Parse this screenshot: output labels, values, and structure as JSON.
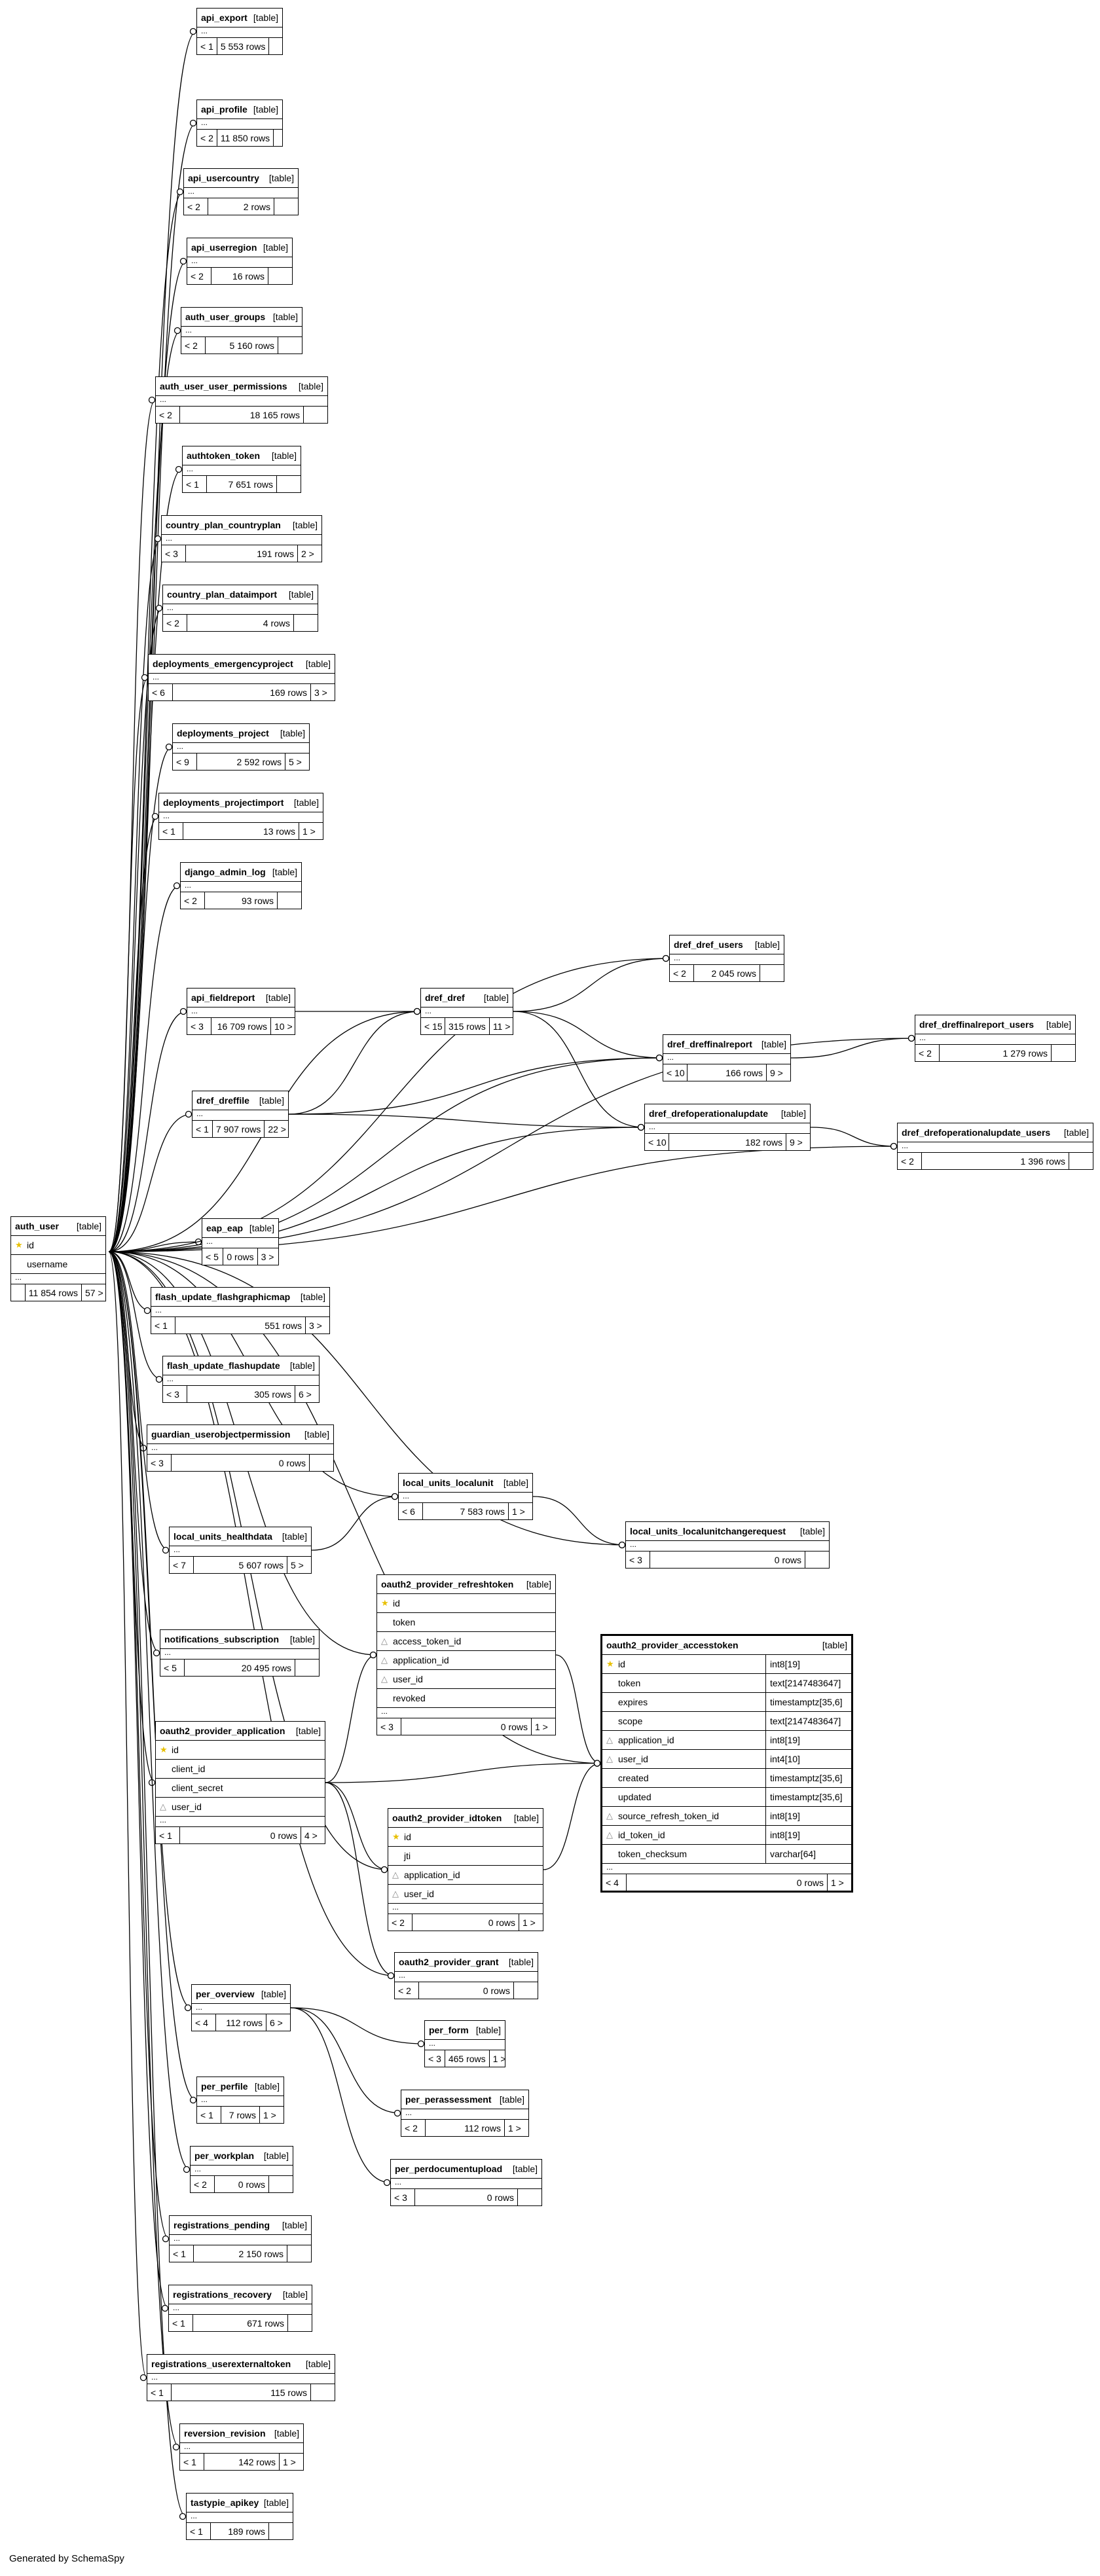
{
  "footer": "Generated by SchemaSpy",
  "tables": [
    {
      "name": "api_export",
      "kind": "[table]",
      "before": "< 1",
      "rows": "5 553 rows"
    },
    {
      "name": "api_profile",
      "kind": "[table]",
      "before": "< 2",
      "rows": "11 850 rows"
    },
    {
      "name": "api_usercountry",
      "kind": "[table]",
      "before": "< 2",
      "rows": "2 rows"
    },
    {
      "name": "api_userregion",
      "kind": "[table]",
      "before": "< 2",
      "rows": "16 rows"
    },
    {
      "name": "auth_user_groups",
      "kind": "[table]",
      "before": "< 2",
      "rows": "5 160 rows"
    },
    {
      "name": "auth_user_user_permissions",
      "kind": "[table]",
      "before": "< 2",
      "rows": "18 165 rows"
    },
    {
      "name": "authtoken_token",
      "kind": "[table]",
      "before": "< 1",
      "rows": "7 651 rows"
    },
    {
      "name": "country_plan_countryplan",
      "kind": "[table]",
      "before": "< 3",
      "rows": "191 rows",
      "after": "2 >"
    },
    {
      "name": "country_plan_dataimport",
      "kind": "[table]",
      "before": "< 2",
      "rows": "4 rows"
    },
    {
      "name": "deployments_emergencyproject",
      "kind": "[table]",
      "before": "< 6",
      "rows": "169 rows",
      "after": "3 >"
    },
    {
      "name": "deployments_project",
      "kind": "[table]",
      "before": "< 9",
      "rows": "2 592 rows",
      "after": "5 >"
    },
    {
      "name": "deployments_projectimport",
      "kind": "[table]",
      "before": "< 1",
      "rows": "13 rows",
      "after": "1 >"
    },
    {
      "name": "django_admin_log",
      "kind": "[table]",
      "before": "< 2",
      "rows": "93 rows"
    },
    {
      "name": "api_fieldreport",
      "kind": "[table]",
      "before": "< 3",
      "rows": "16 709 rows",
      "after": "10 >"
    },
    {
      "name": "dref_dreffile",
      "kind": "[table]",
      "before": "< 1",
      "rows": "7 907 rows",
      "after": "22 >"
    },
    {
      "name": "dref_dref",
      "kind": "[table]",
      "before": "< 15",
      "rows": "315 rows",
      "after": "11 >"
    },
    {
      "name": "dref_dref_users",
      "kind": "[table]",
      "before": "< 2",
      "rows": "2 045 rows"
    },
    {
      "name": "dref_dreffinalreport",
      "kind": "[table]",
      "before": "< 10",
      "rows": "166 rows",
      "after": "9 >"
    },
    {
      "name": "dref_dreffinalreport_users",
      "kind": "[table]",
      "before": "< 2",
      "rows": "1 279 rows"
    },
    {
      "name": "dref_drefoperationalupdate",
      "kind": "[table]",
      "before": "< 10",
      "rows": "182 rows",
      "after": "9 >"
    },
    {
      "name": "dref_drefoperationalupdate_users",
      "kind": "[table]",
      "before": "< 2",
      "rows": "1 396 rows"
    },
    {
      "name": "auth_user",
      "kind": "[table]",
      "before": "",
      "rows": "11 854 rows",
      "after": "57 >",
      "columns": [
        {
          "name": "id",
          "key": "pk"
        },
        {
          "name": "username"
        }
      ]
    },
    {
      "name": "eap_eap",
      "kind": "[table]",
      "before": "< 5",
      "rows": "0 rows",
      "after": "3 >"
    },
    {
      "name": "flash_update_flashgraphicmap",
      "kind": "[table]",
      "before": "< 1",
      "rows": "551 rows",
      "after": "3 >"
    },
    {
      "name": "flash_update_flashupdate",
      "kind": "[table]",
      "before": "< 3",
      "rows": "305 rows",
      "after": "6 >"
    },
    {
      "name": "guardian_userobjectpermission",
      "kind": "[table]",
      "before": "< 3",
      "rows": "0 rows"
    },
    {
      "name": "local_units_localunit",
      "kind": "[table]",
      "before": "< 6",
      "rows": "7 583 rows",
      "after": "1 >"
    },
    {
      "name": "local_units_healthdata",
      "kind": "[table]",
      "before": "< 7",
      "rows": "5 607 rows",
      "after": "5 >"
    },
    {
      "name": "local_units_localunitchangerequest",
      "kind": "[table]",
      "before": "< 3",
      "rows": "0 rows"
    },
    {
      "name": "oauth2_provider_refreshtoken",
      "kind": "[table]",
      "before": "< 3",
      "rows": "0 rows",
      "after": "1 >",
      "columns": [
        {
          "name": "id",
          "key": "pk"
        },
        {
          "name": "token"
        },
        {
          "name": "access_token_id",
          "key": "fk"
        },
        {
          "name": "application_id",
          "key": "fk"
        },
        {
          "name": "user_id",
          "key": "fk"
        },
        {
          "name": "revoked"
        }
      ]
    },
    {
      "name": "notifications_subscription",
      "kind": "[table]",
      "before": "< 5",
      "rows": "20 495 rows"
    },
    {
      "name": "oauth2_provider_accesstoken",
      "kind": "[table]",
      "before": "< 4",
      "rows": "0 rows",
      "after": "1 >",
      "columns": [
        {
          "name": "id",
          "key": "pk",
          "type": "int8[19]"
        },
        {
          "name": "token",
          "type": "text[2147483647]"
        },
        {
          "name": "expires",
          "type": "timestamptz[35,6]"
        },
        {
          "name": "scope",
          "type": "text[2147483647]"
        },
        {
          "name": "application_id",
          "key": "fk",
          "type": "int8[19]"
        },
        {
          "name": "user_id",
          "key": "fk",
          "type": "int4[10]"
        },
        {
          "name": "created",
          "type": "timestamptz[35,6]"
        },
        {
          "name": "updated",
          "type": "timestamptz[35,6]"
        },
        {
          "name": "source_refresh_token_id",
          "key": "fk",
          "type": "int8[19]"
        },
        {
          "name": "id_token_id",
          "key": "fk",
          "type": "int8[19]"
        },
        {
          "name": "token_checksum",
          "type": "varchar[64]"
        }
      ]
    },
    {
      "name": "oauth2_provider_application",
      "kind": "[table]",
      "before": "< 1",
      "rows": "0 rows",
      "after": "4 >",
      "columns": [
        {
          "name": "id",
          "key": "pk"
        },
        {
          "name": "client_id"
        },
        {
          "name": "client_secret"
        },
        {
          "name": "user_id",
          "key": "fk"
        }
      ]
    },
    {
      "name": "oauth2_provider_idtoken",
      "kind": "[table]",
      "before": "< 2",
      "rows": "0 rows",
      "after": "1 >",
      "columns": [
        {
          "name": "id",
          "key": "pk"
        },
        {
          "name": "jti"
        },
        {
          "name": "application_id",
          "key": "fk"
        },
        {
          "name": "user_id",
          "key": "fk"
        }
      ]
    },
    {
      "name": "oauth2_provider_grant",
      "kind": "[table]",
      "before": "< 2",
      "rows": "0 rows"
    },
    {
      "name": "per_overview",
      "kind": "[table]",
      "before": "< 4",
      "rows": "112 rows",
      "after": "6 >"
    },
    {
      "name": "per_form",
      "kind": "[table]",
      "before": "< 3",
      "rows": "465 rows",
      "after": "1 >"
    },
    {
      "name": "per_perfile",
      "kind": "[table]",
      "before": "< 1",
      "rows": "7 rows",
      "after": "1 >"
    },
    {
      "name": "per_perassessment",
      "kind": "[table]",
      "before": "< 2",
      "rows": "112 rows",
      "after": "1 >"
    },
    {
      "name": "per_workplan",
      "kind": "[table]",
      "before": "< 2",
      "rows": "0 rows"
    },
    {
      "name": "per_perdocumentupload",
      "kind": "[table]",
      "before": "< 3",
      "rows": "0 rows"
    },
    {
      "name": "registrations_pending",
      "kind": "[table]",
      "before": "< 1",
      "rows": "2 150 rows"
    },
    {
      "name": "registrations_recovery",
      "kind": "[table]",
      "before": "< 1",
      "rows": "671 rows"
    },
    {
      "name": "registrations_userexternaltoken",
      "kind": "[table]",
      "before": "< 1",
      "rows": "115 rows"
    },
    {
      "name": "reversion_revision",
      "kind": "[table]",
      "before": "< 1",
      "rows": "142 rows",
      "after": "1 >"
    },
    {
      "name": "tastypie_apikey",
      "kind": "[table]",
      "before": "< 1",
      "rows": "189 rows"
    }
  ]
}
